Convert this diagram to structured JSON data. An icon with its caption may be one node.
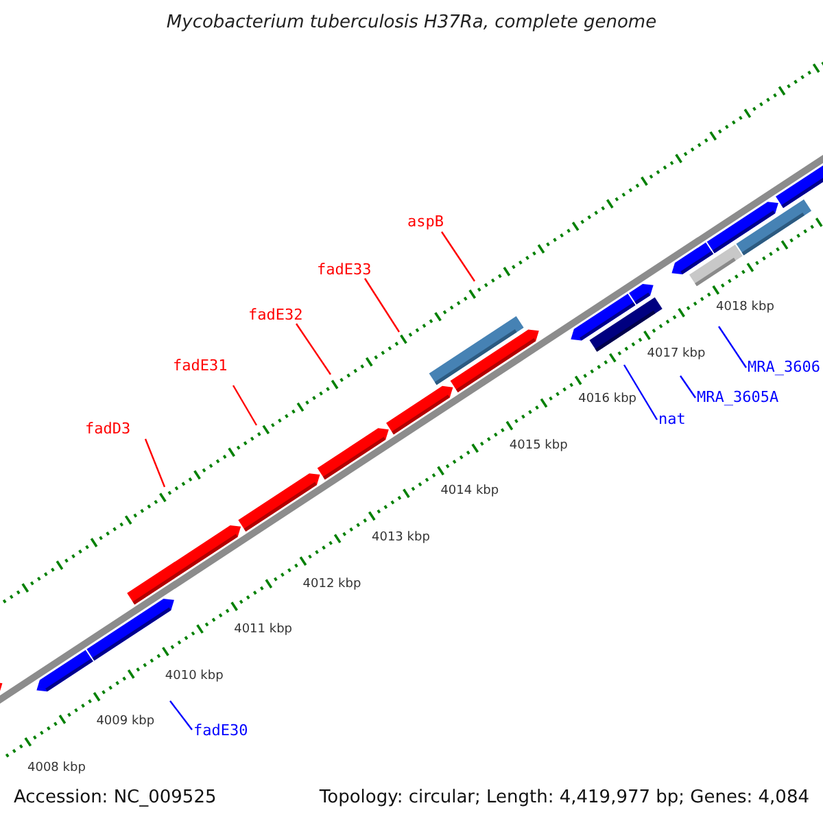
{
  "diagram": {
    "title": "Mycobacterium tuberculosis H37Ra, complete genome",
    "nodes": [
      {
        "text": [
          "fadD3"
        ]
      },
      {
        "text": [
          "fadE31"
        ]
      },
      {
        "text": [
          "fadE32"
        ]
      },
      {
        "text": [
          "fadE33"
        ]
      },
      {
        "text": [
          "aspB"
        ]
      },
      {
        "text": [
          "fadE30"
        ]
      },
      {
        "text": [
          "nat"
        ]
      },
      {
        "text": [
          "MRA_3605A"
        ]
      },
      {
        "text": [
          "MRA_3606"
        ]
      }
    ],
    "edges": [
      {
        "from": 0,
        "to": null,
        "arrow": "none"
      },
      {
        "from": 1,
        "to": null,
        "arrow": "none"
      },
      {
        "from": 2,
        "to": null,
        "arrow": "none"
      },
      {
        "from": 3,
        "to": null,
        "arrow": "none"
      },
      {
        "from": 4,
        "to": null,
        "arrow": "none"
      },
      {
        "from": 5,
        "to": null,
        "arrow": "none",
        "color": "#0000ff"
      },
      {
        "from": 6,
        "to": null,
        "arrow": "none",
        "color": "#0000ff"
      },
      {
        "from": 7,
        "to": null,
        "arrow": "none",
        "color": "#0000ff"
      },
      {
        "from": 8,
        "to": null,
        "arrow": "none",
        "color": "#0000ff"
      }
    ],
    "labels": [
      "4008 kbp",
      "4009 kbp",
      "4010 kbp",
      "4011 kbp",
      "4012 kbp",
      "4013 kbp",
      "4014 kbp",
      "4015 kbp",
      "4016 kbp",
      "4017 kbp",
      "4018 kbp",
      "Accession: NC_009525",
      "Topology: circular; Length: 4,419,977 bp; Genes: 4,084"
    ]
  }
}
